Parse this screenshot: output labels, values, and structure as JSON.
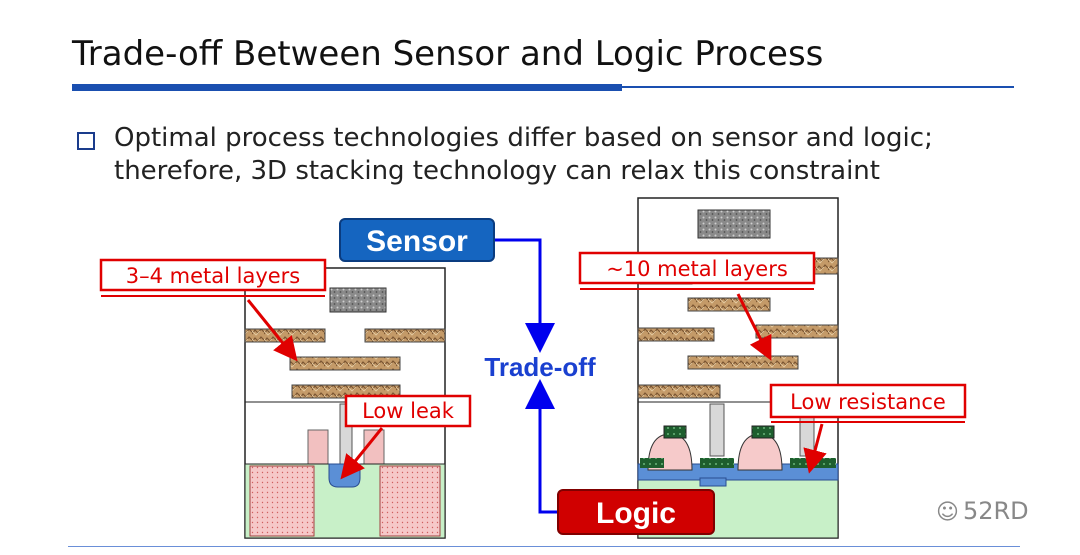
{
  "slide": {
    "title": "Trade-off Between Sensor and Logic Process",
    "bullet_lines": [
      "Optimal process technologies differ based on sensor and logic;",
      "therefore, 3D stacking technology can relax this constraint"
    ]
  },
  "diagram": {
    "sensor_label": "Sensor",
    "logic_label": "Logic",
    "tradeoff_label": "Trade-off",
    "callouts": {
      "sensor_metal": "3–4 metal layers",
      "low_leak": "Low leak",
      "logic_metal": "~10 metal layers",
      "low_resistance": "Low resistance"
    }
  },
  "watermark": {
    "text": "52RD",
    "icon": "wechat-icon"
  },
  "colors": {
    "accent_blue": "#1a4fb0",
    "sensor_box": "#1565c0",
    "logic_box": "#d00000",
    "callout_red": "#e00000",
    "metal": "#b08a5a",
    "substrate": "#c8f0c8"
  }
}
